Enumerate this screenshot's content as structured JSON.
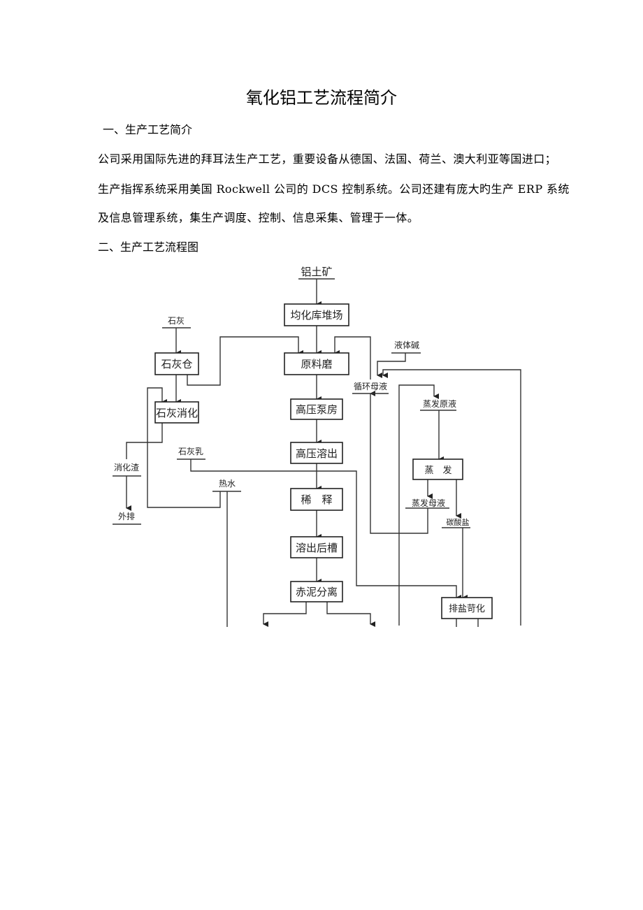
{
  "title": "氧化铝工艺流程简介",
  "section1": {
    "heading": "一、生产工艺简介",
    "lines": [
      "公司采用国际先进的拜耳法生产工艺，重要设备从德国、法国、荷兰、澳大利亚等国进口；",
      "生产指挥系统采用美国 Rockwell 公司的 DCS 控制系统。公司还建有庞大旳生产 ERP 系统",
      "及信息管理系统，集生产调度、控制、信息采集、管理于一体。"
    ]
  },
  "section2": {
    "heading": "二、生产工艺流程图"
  },
  "diagram": {
    "boxes": {
      "homogenize": "均化库堆场",
      "lime_silo": "石灰仓",
      "raw_mill": "原料磨",
      "lime_slaking": "石灰消化",
      "hp_pump": "高压泵房",
      "hp_digest": "高压溶出",
      "dilution": "稀　释",
      "digest_tank": "溶出后槽",
      "mud_sep": "赤泥分离",
      "evaporation": "蒸　发",
      "causticize": "排盐苛化"
    },
    "labels": {
      "bauxite": "铝土矿",
      "lime": "石灰",
      "liquid_caustic": "液体碱",
      "circ_liquor": "循环母液",
      "evap_feed": "蒸发原液",
      "evap_mother": "蒸发母液",
      "carbonate": "碳酸盐",
      "slaking_residue": "消化渣",
      "discharge": "外排",
      "lime_milk": "石灰乳",
      "hot_water": "热水"
    }
  }
}
